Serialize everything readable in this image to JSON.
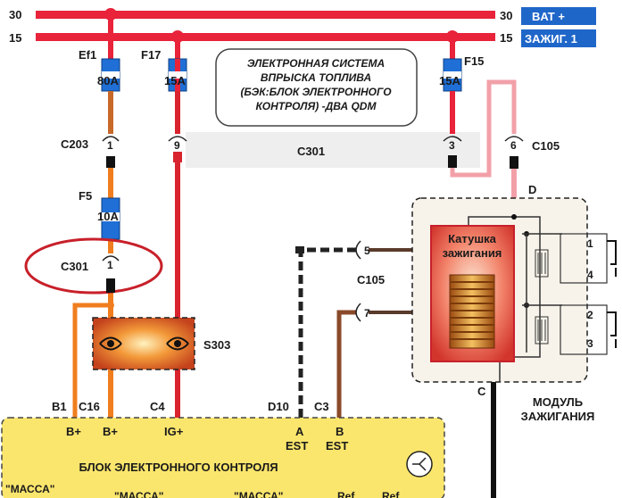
{
  "bus": {
    "top_left": "30",
    "top_right": "30",
    "top_tag": "BAT +",
    "bottom_left": "15",
    "bottom_right": "15",
    "bottom_tag": "ЗАЖИГ. 1"
  },
  "title_lines": [
    "ЭЛЕКТРОННАЯ СИСТЕМА",
    "ВПРЫСКА ТОПЛИВА",
    "(БЭК:БЛОК ЭЛЕКТРОННОГО",
    "КОНТРОЛЯ) -ДВА QDM"
  ],
  "fuses": {
    "ef1_name": "Ef1",
    "ef1_rating": "80A",
    "f17_name": "F17",
    "f17_rating": "15A",
    "f15_name": "F15",
    "f15_rating": "15A",
    "f5_name": "F5",
    "f5_rating": "10A"
  },
  "connectors": {
    "c203": "C203",
    "c203_pin": "1",
    "f17_pin": "9",
    "c301_top": "C301",
    "f15_pin": "3",
    "c105_top_pin": "6",
    "c105_top": "C105",
    "c301_circled": "C301",
    "c301_circled_pin": "1",
    "c105_mid": "C105",
    "pin5": "5",
    "pin7": "7",
    "s303": "S303"
  },
  "module": {
    "coil_line1": "Катушка",
    "coil_line2": "зажигания",
    "d_label": "D",
    "c_label": "C",
    "caption_line1": "МОДУЛЬ",
    "caption_line2": "ЗАЖИГАНИЯ",
    "spark_pins": [
      "1",
      "4",
      "2",
      "3"
    ]
  },
  "ecu": {
    "title": "БЛОК ЭЛЕКТРОННОГО КОНТРОЛЯ",
    "pins": [
      "B1",
      "C16",
      "C4",
      "D10",
      "C3"
    ],
    "pin_funcs": {
      "b1": "B+",
      "c16": "B+",
      "c4": "IG+",
      "d10_a": "A",
      "d10_b": "EST",
      "c3_a": "B",
      "c3_b": "EST"
    },
    "bottom_row": [
      "\"МАССА\"",
      "\"МАССА\"",
      "\"МАССА\"",
      "Ref",
      "Ref"
    ]
  },
  "colors": {
    "bus_red": "#e8233a",
    "tag_blue": "#1f66c9",
    "fuse_blue": "#1f6fd6",
    "wire_orange": "#f07e1e",
    "wire_red": "#d8242e",
    "wire_pink": "#f2a0a8",
    "wire_brown": "#8a4a2a",
    "ecu_yellow": "#fbe66d",
    "circle_red": "#c8202a"
  }
}
